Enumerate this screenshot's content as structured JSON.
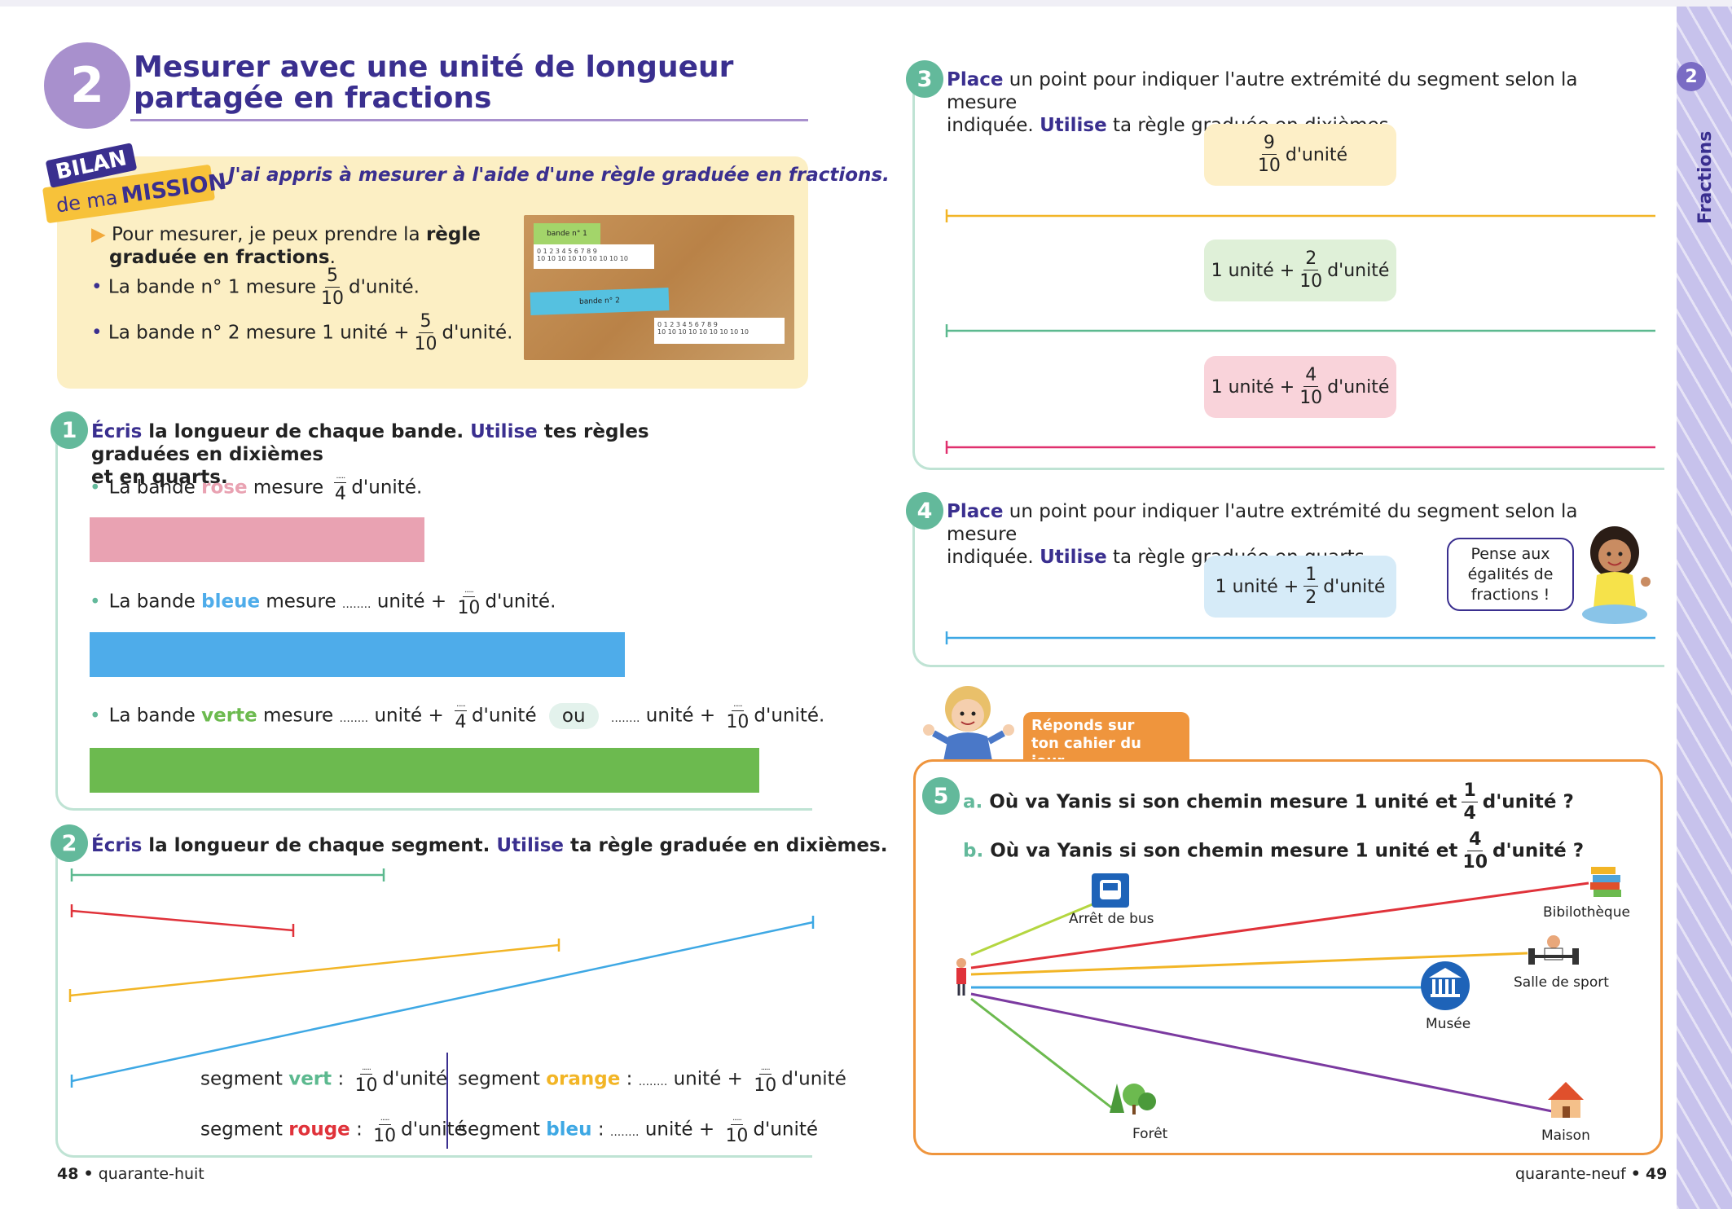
{
  "header": {
    "badge_number": "2",
    "title_line1": "Mesurer avec une unité de longueur",
    "title_line2": "partagée en fractions"
  },
  "bilan": {
    "tag_line1": "BILAN",
    "tag_line2a": "de ma",
    "tag_line2b": "MISSION",
    "heading": "J'ai appris à mesurer à l'aide d'une règle graduée en fractions.",
    "item1_a": "Pour mesurer, je peux prendre la ",
    "item1_b": "règle",
    "item1_c": "graduée en fractions",
    "item1_d": ".",
    "item2_a": "La bande n° 1 mesure",
    "item2_num": "5",
    "item2_den": "10",
    "item2_b": "d'unité.",
    "item3_a": "La bande n° 2 mesure 1 unité +",
    "item3_num": "5",
    "item3_den": "10",
    "item3_b": "d'unité.",
    "photo_band1": "bande n° 1",
    "photo_band2": "bande n° 2",
    "photo_top_digits": "0 1 2 3 4 5 6 7 8 9",
    "photo_bottom_digits": "10 10 10 10 10 10 10 10 10"
  },
  "ex1": {
    "num": "1",
    "verb1": "Écris",
    "text1": " la longueur de chaque bande. ",
    "verb2": "Utilise",
    "text2": " tes règles graduées en dixièmes",
    "text3": "et en quarts.",
    "rose_a": "La bande ",
    "rose_color": "rose",
    "rose_b": " mesure",
    "rose_den": "4",
    "rose_c": "d'unité.",
    "bleue_a": "La bande ",
    "bleue_color": "bleue",
    "bleue_b": " mesure",
    "bleue_c": "unité +",
    "bleue_den": "10",
    "bleue_d": "d'unité.",
    "verte_a": "La bande ",
    "verte_color": "verte",
    "verte_b": " mesure",
    "verte_c": "unité +",
    "verte_den1": "4",
    "verte_d": "d'unité",
    "ou": "ou",
    "verte_e": "unité +",
    "verte_den2": "10",
    "verte_f": "d'unité.",
    "colors": {
      "rose": "#e9a2b2",
      "bleue": "#4eacea",
      "verte": "#6cba4f"
    }
  },
  "ex2": {
    "num": "2",
    "verb1": "Écris",
    "text1": " la longueur de chaque segment. ",
    "verb2": "Utilise",
    "text2": " ta règle graduée en dixièmes.",
    "seg_vert_a": "segment ",
    "seg_vert_color": "vert",
    "seg_vert_b": " :",
    "seg_vert_den": "10",
    "seg_vert_c": "d'unité",
    "seg_rouge_a": "segment ",
    "seg_rouge_color": "rouge",
    "seg_rouge_b": " :",
    "seg_rouge_den": "10",
    "seg_rouge_c": "d'unité",
    "seg_orange_a": "segment ",
    "seg_orange_color": "orange",
    "seg_orange_b": " :",
    "seg_orange_c": "unité +",
    "seg_orange_den": "10",
    "seg_orange_d": "d'unité",
    "seg_bleu_a": "segment ",
    "seg_bleu_color": "bleu",
    "seg_bleu_b": " :",
    "seg_bleu_c": "unité +",
    "seg_bleu_den": "10",
    "seg_bleu_d": "d'unité"
  },
  "ex3": {
    "num": "3",
    "verb1": "Place",
    "text1": " un point pour indiquer l'autre extrémité du segment selon la mesure",
    "text2a": "indiquée. ",
    "verb2": "Utilise",
    "text2b": " ta règle graduée en dixièmes.",
    "box1_num": "9",
    "box1_den": "10",
    "box1_text": "d'unité",
    "box2_pre": "1 unité +",
    "box2_num": "2",
    "box2_den": "10",
    "box2_text": "d'unité",
    "box3_pre": "1 unité +",
    "box3_num": "4",
    "box3_den": "10",
    "box3_text": "d'unité"
  },
  "ex4": {
    "num": "4",
    "verb1": "Place",
    "text1": " un point pour indiquer l'autre extrémité du segment selon la mesure",
    "text2a": "indiquée. ",
    "verb2": "Utilise",
    "text2b": " ta règle graduée en quarts.",
    "box_pre": "1 unité +",
    "box_num": "1",
    "box_den": "2",
    "box_text": "d'unité",
    "bubble_l1": "Pense aux",
    "bubble_l2": "égalités de",
    "bubble_l3": "fractions !"
  },
  "ex5": {
    "num": "5",
    "tag_l1": "Réponds sur",
    "tag_l2": "ton cahier du jour.",
    "a_label": "a.",
    "a_text": "Où va Yanis si son chemin mesure 1 unité et",
    "a_num": "1",
    "a_den": "4",
    "a_end": "d'unité ?",
    "b_label": "b.",
    "b_text": "Où va Yanis si son chemin mesure 1 unité et",
    "b_num": "4",
    "b_den": "10",
    "b_end": "d'unité ?",
    "places": {
      "bus": "Arrêt de bus",
      "library": "Bibilothèque",
      "gym": "Salle de sport",
      "museum": "Musée",
      "forest": "Forêt",
      "house": "Maison"
    }
  },
  "footer": {
    "left_num": "48",
    "left_word": "quarante-huit",
    "right_word": "quarante-neuf",
    "right_num": "49",
    "sep": "•"
  },
  "side_tab": {
    "number": "2",
    "label": "Fractions"
  }
}
